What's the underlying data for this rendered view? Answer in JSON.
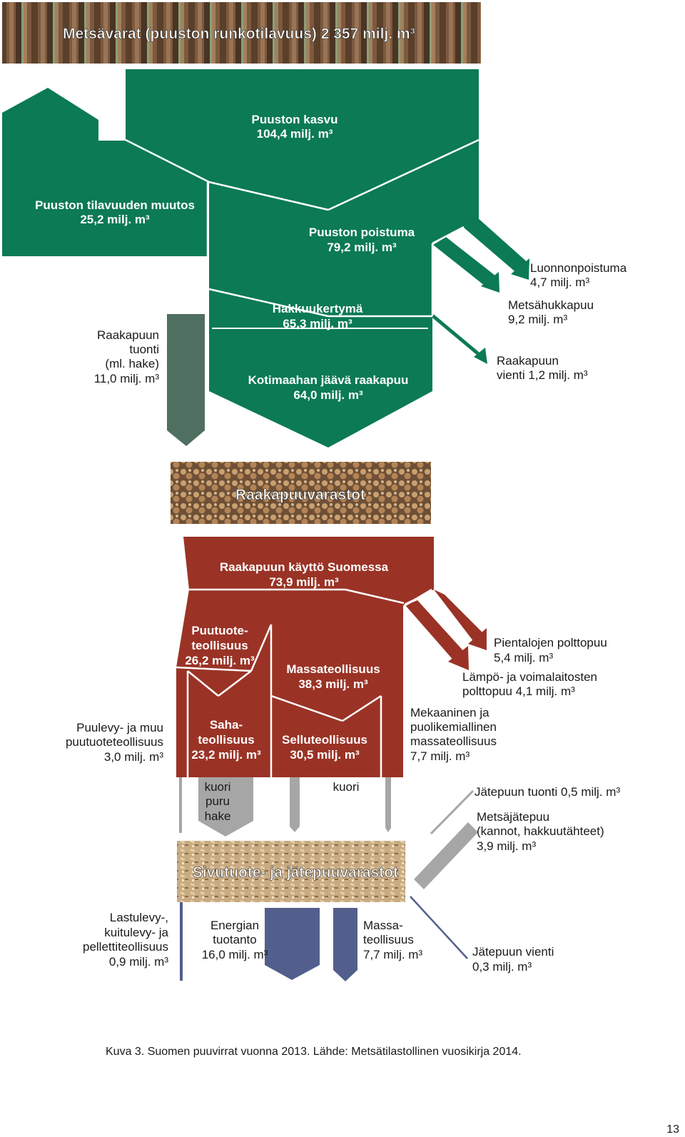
{
  "colors": {
    "forest_green": "#0b7a55",
    "import_green": "#4f6f60",
    "wood_red": "#9a3326",
    "byproduct_blue": "#525f8c",
    "waste_gray": "#a6a6a6"
  },
  "banners": {
    "forest": {
      "text": "Metsävarat  (puuston runkotilavuus)  2 357 milj. m³",
      "image": "tree-trunks-photo"
    },
    "roundwood": {
      "text": "Raakapuuvarastot",
      "image": "log-pile-photo"
    },
    "byproduct": {
      "text": "Sivutuote- ja jätepuuvarastot",
      "image": "wood-chips-photo"
    }
  },
  "flows": {
    "kasvu": {
      "title": "Puuston kasvu",
      "value": "104,4 milj. m³"
    },
    "muutos": {
      "title": "Puuston tilavuuden muutos",
      "value": "25,2 milj. m³"
    },
    "poistuma": {
      "title": "Puuston poistuma",
      "value": "79,2 milj. m³"
    },
    "luonnonpoistuma": {
      "title": "Luonnonpoistuma",
      "value": "4,7 milj. m³"
    },
    "hukkapuu": {
      "title": "Metsähukkapuu",
      "value": "9,2 milj. m³"
    },
    "hakkuu": {
      "title": "Hakkuukertymä",
      "value": "65,3 milj. m³"
    },
    "tuonti": {
      "l1": "Raakapuun",
      "l2": "tuonti",
      "l3": "(ml. hake)",
      "l4": "11,0 milj. m³"
    },
    "vienti": {
      "l1": "Raakapuun",
      "l2": "vienti 1,2 milj. m³"
    },
    "kotimaa": {
      "title": "Kotimaahan jäävä raakapuu",
      "value": "64,0 milj. m³"
    },
    "kaytto": {
      "title": "Raakapuun käyttö Suomessa",
      "value": "73,9 milj. m³"
    },
    "puutuote": {
      "l1": "Puutuote-",
      "l2": "teollisuus",
      "l3": "26,2 milj. m³"
    },
    "massa": {
      "title": "Massateollisuus",
      "value": "38,3 milj. m³"
    },
    "pientalo": {
      "title": "Pientalojen polttopuu",
      "value": "5,4 milj. m³"
    },
    "lampo": {
      "l1": "Lämpö- ja voimalaitosten",
      "l2": "polttopuu 4,1 milj. m³"
    },
    "puulevy": {
      "l1": "Puulevy- ja muu",
      "l2": "puutuoteteollisuus",
      "l3": "3,0 milj. m³"
    },
    "saha": {
      "l1": "Saha-",
      "l2": "teollisuus",
      "l3": "23,2 milj. m³"
    },
    "sellu": {
      "title": "Selluteollisuus",
      "value": "30,5 milj. m³"
    },
    "mekaaninen": {
      "l1": "Mekaaninen ja",
      "l2": "puolikemiallinen",
      "l3": "massateollisuus",
      "l4": "7,7 milj. m³"
    },
    "kuori_saha": {
      "l1": "kuori",
      "l2": "puru",
      "l3": "hake"
    },
    "kuori_sellu": {
      "l1": "kuori"
    },
    "jatetuonti": {
      "title": "Jätepuun tuonti 0,5 milj. m³"
    },
    "metsajate": {
      "l1": "Metsäjätepuu",
      "l2": "(kannot, hakkuutähteet)",
      "l3": "3,9 milj. m³"
    },
    "lastulevy": {
      "l1": "Lastulevy-,",
      "l2": "kuitulevy- ja",
      "l3": "pellettiteollisuus",
      "l4": "0,9 milj. m³"
    },
    "energia": {
      "l1": "Energian",
      "l2": "tuotanto",
      "l3": "16,0 milj. m³"
    },
    "massa2": {
      "l1": "Massa-",
      "l2": "teollisuus",
      "l3": "7,7 milj. m³"
    },
    "jatevienti": {
      "l1": "Jätepuun vienti",
      "l2": "0,3 milj. m³"
    }
  },
  "caption": "Kuva 3. Suomen puuvirrat vuonna 2013. Lähde: Metsätilastollinen vuosikirja 2014.",
  "page_number": "13"
}
